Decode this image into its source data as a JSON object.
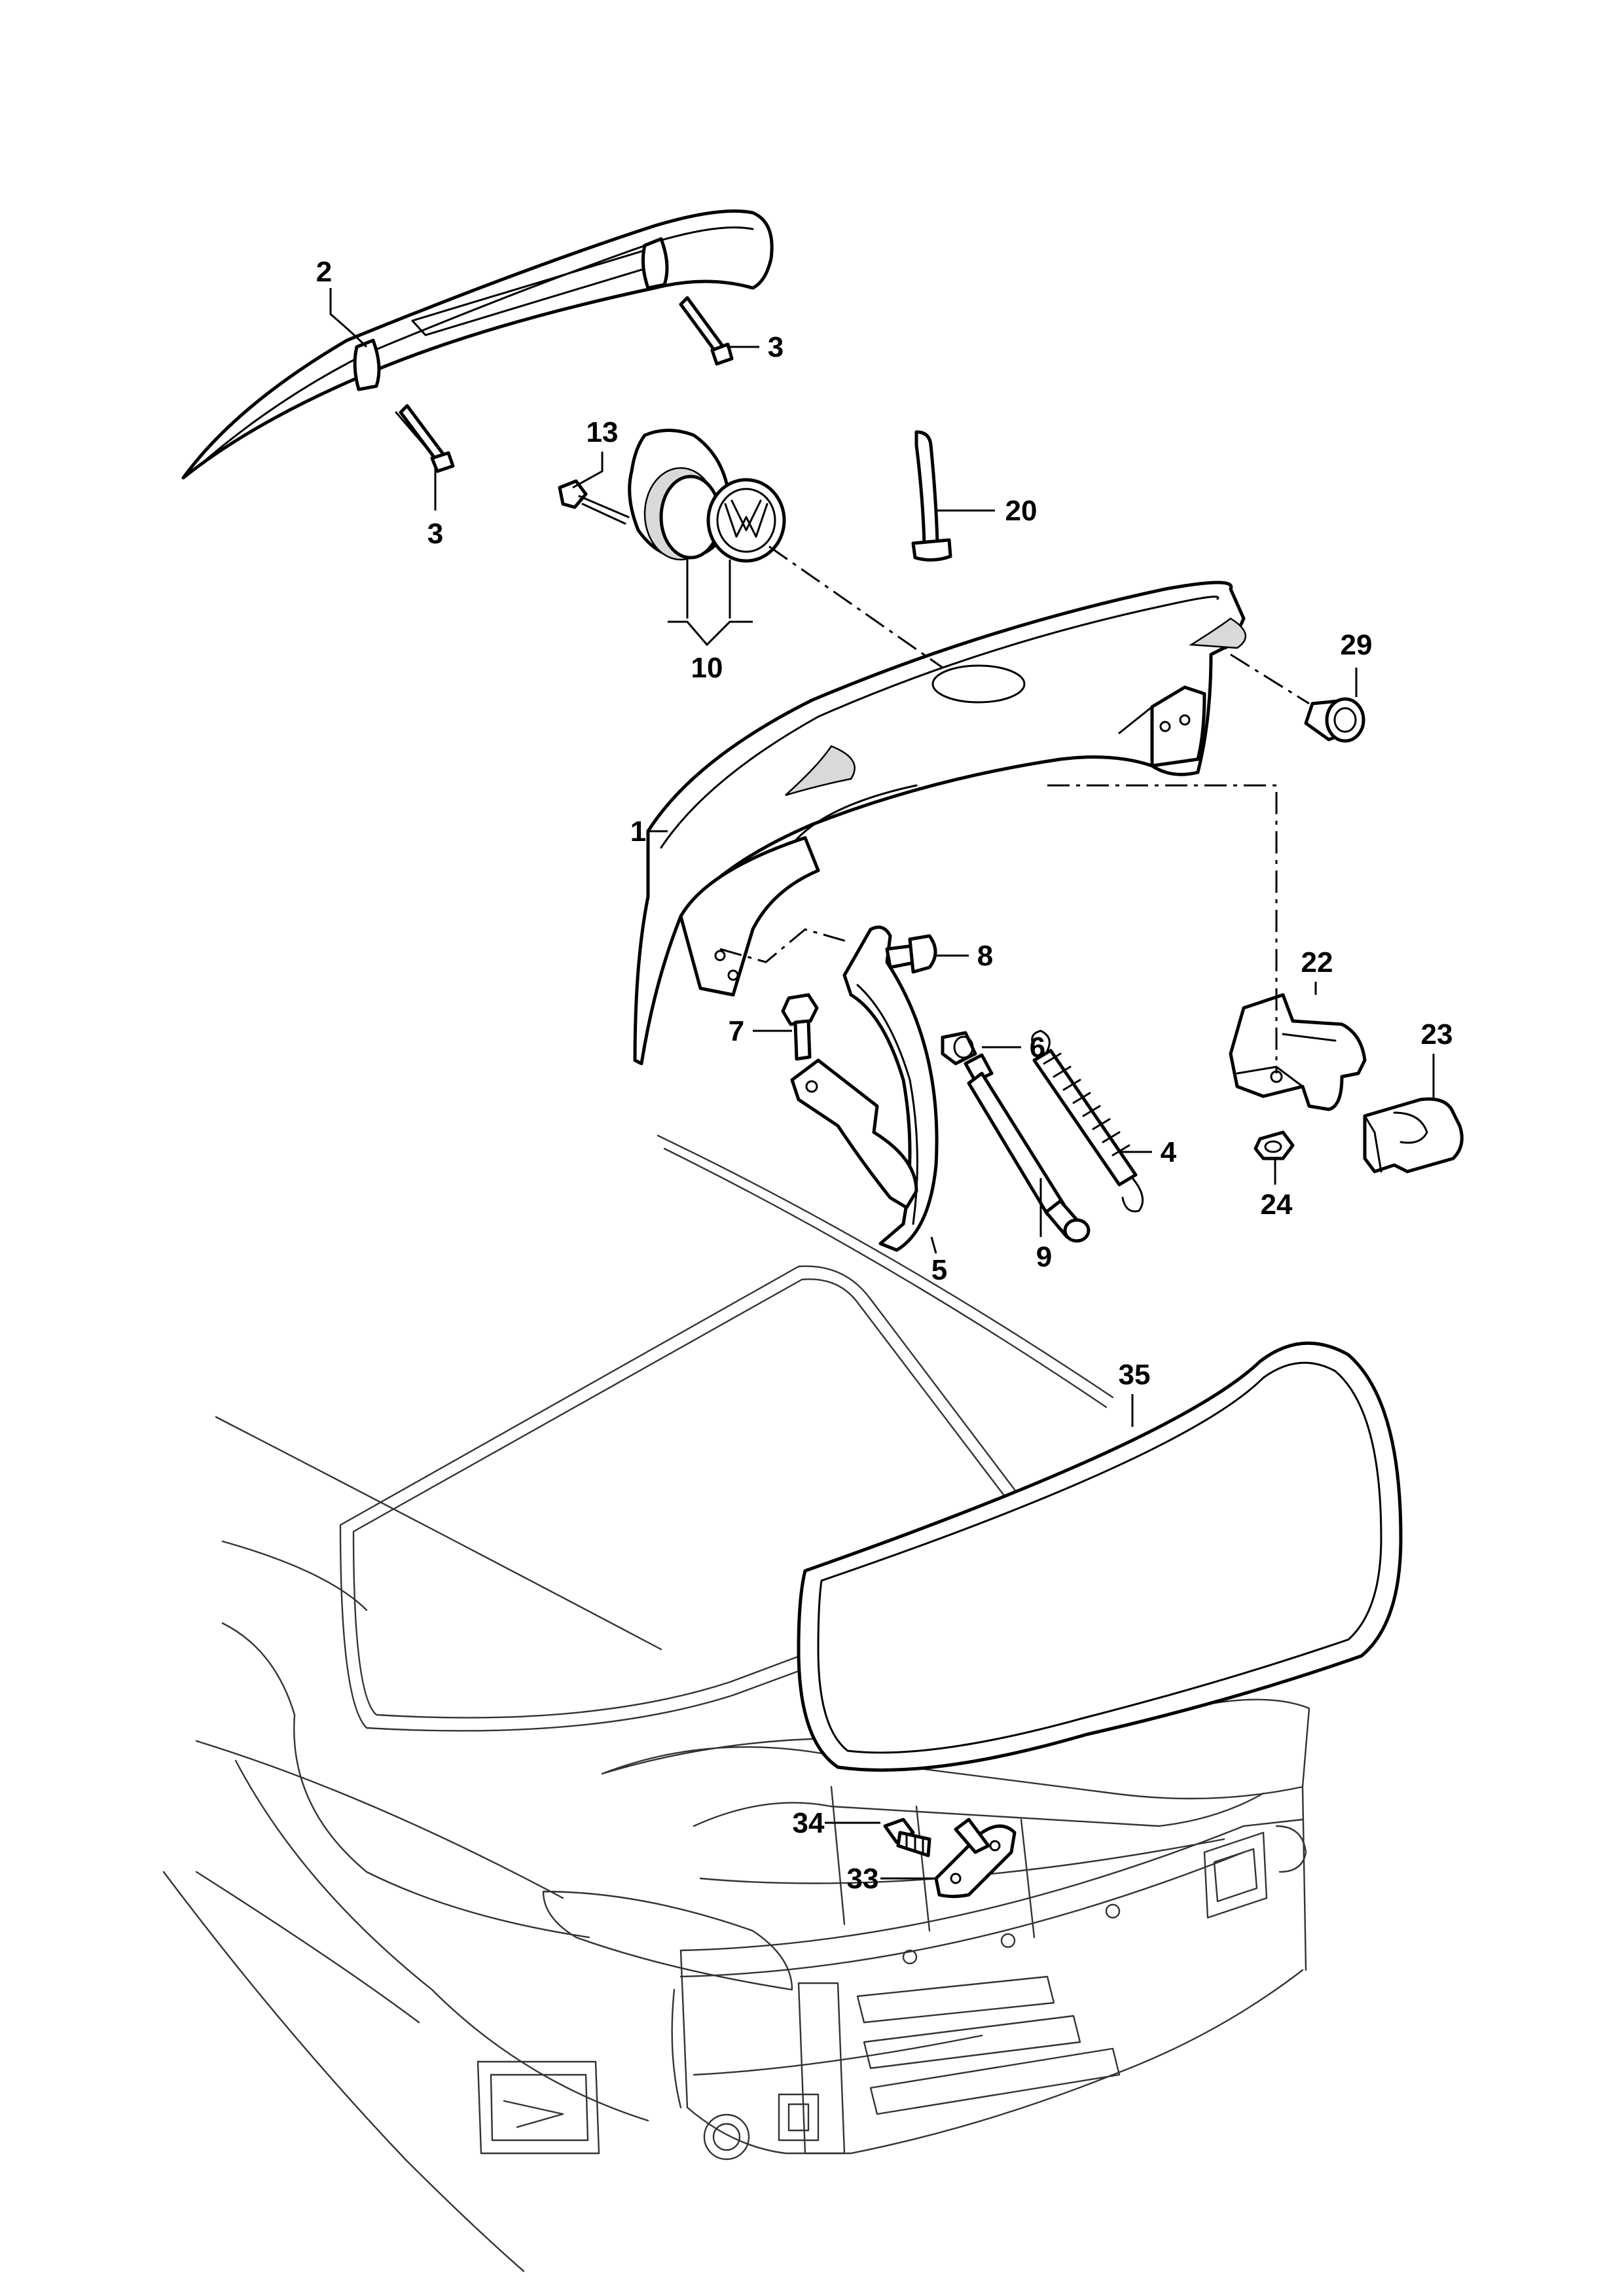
{
  "diagram": {
    "callouts": [
      {
        "id": "c1",
        "label": "1"
      },
      {
        "id": "c2",
        "label": "2"
      },
      {
        "id": "c3a",
        "label": "3"
      },
      {
        "id": "c3b",
        "label": "3"
      },
      {
        "id": "c4",
        "label": "4"
      },
      {
        "id": "c5",
        "label": "5"
      },
      {
        "id": "c6",
        "label": "6"
      },
      {
        "id": "c7",
        "label": "7"
      },
      {
        "id": "c8",
        "label": "8"
      },
      {
        "id": "c9",
        "label": "9"
      },
      {
        "id": "c10",
        "label": "10"
      },
      {
        "id": "c13",
        "label": "13"
      },
      {
        "id": "c20",
        "label": "20"
      },
      {
        "id": "c22",
        "label": "22"
      },
      {
        "id": "c23",
        "label": "23"
      },
      {
        "id": "c24",
        "label": "24"
      },
      {
        "id": "c29",
        "label": "29"
      },
      {
        "id": "c33",
        "label": "33"
      },
      {
        "id": "c34",
        "label": "34"
      },
      {
        "id": "c35",
        "label": "35"
      }
    ]
  }
}
